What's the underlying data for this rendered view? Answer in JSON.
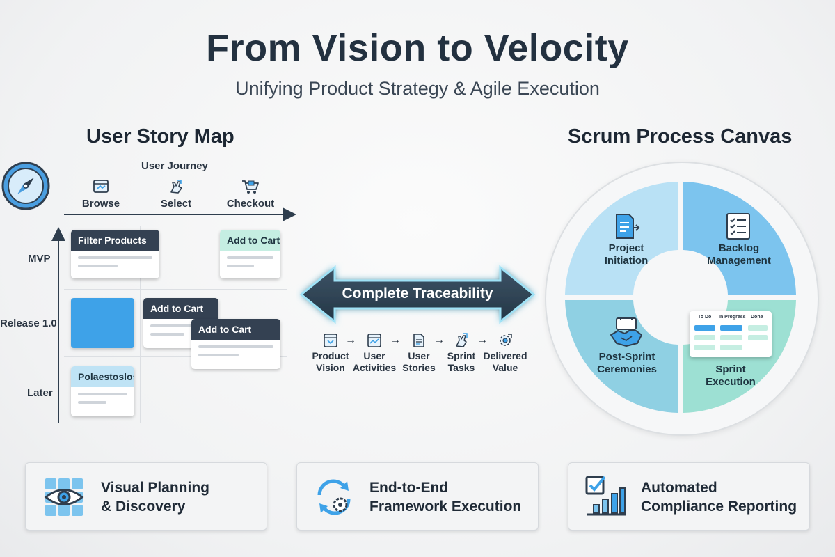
{
  "header": {
    "title": "From Vision to Velocity",
    "subtitle": "Unifying Product Strategy & Agile Execution"
  },
  "story_map": {
    "title": "User Story Map",
    "journey_label": "User Journey",
    "steps": [
      {
        "label": "Browse",
        "icon": "browser-window-icon"
      },
      {
        "label": "Select",
        "icon": "pointer-hand-icon"
      },
      {
        "label": "Checkout",
        "icon": "shopping-cart-icon"
      }
    ],
    "rows": [
      "MVP",
      "Release 1.0",
      "Later"
    ],
    "cards": {
      "filter_products": "Filter Products",
      "add_to_cart_mvp": "Add to Cart",
      "add_to_cart_back": "Add to Cart",
      "add_to_cart_front": "Add to Cart",
      "later_card": "Polaestoslos"
    },
    "colors": {
      "dark_header": "#344152",
      "blue_block": "#3ea2e8",
      "mint_header": "#c5eee2"
    }
  },
  "traceability": {
    "label": "Complete Traceability",
    "flow": [
      {
        "label": "Product\nVision",
        "icon": "vision-document-icon"
      },
      {
        "label": "User\nActivities",
        "icon": "activity-window-icon"
      },
      {
        "label": "User\nStories",
        "icon": "story-document-icon"
      },
      {
        "label": "Sprint\nTasks",
        "icon": "sprint-pointer-icon"
      },
      {
        "label": "Delivered\nValue",
        "icon": "value-gear-icon"
      }
    ],
    "arrow_glyph": "→"
  },
  "scrum_canvas": {
    "title": "Scrum Process Canvas",
    "quadrants": [
      {
        "label": "Project\nInitiation",
        "icon": "initiation-document-icon",
        "color": "#b9e1f5"
      },
      {
        "label": "Backlog\nManagement",
        "icon": "checklist-icon",
        "color": "#7cc4ee"
      },
      {
        "label": "Post-Sprint\nCeremonies",
        "icon": "handshake-calendar-icon",
        "color": "#8fd0e3"
      },
      {
        "label": "Sprint\nExecution",
        "icon": "kanban-board-icon",
        "color": "#9de0d3"
      }
    ],
    "board_columns": [
      "To Do",
      "In Progress",
      "Done"
    ]
  },
  "features": [
    {
      "label": "Visual Planning\n& Discovery",
      "icon": "eye-grid-icon"
    },
    {
      "label": "End-to-End\nFramework Execution",
      "icon": "cycle-gear-icon"
    },
    {
      "label": "Automated\nCompliance Reporting",
      "icon": "checkbox-chart-icon"
    }
  ]
}
